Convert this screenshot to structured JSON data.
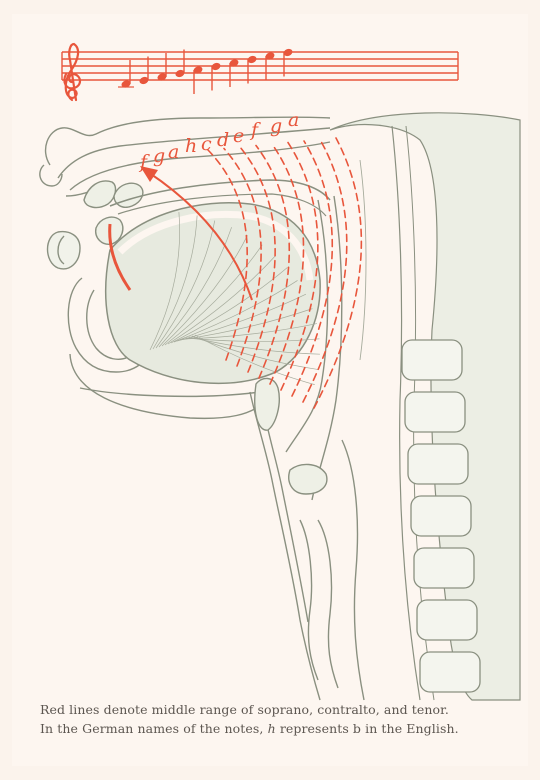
{
  "figure": {
    "note_labels": [
      "f",
      "g",
      "a",
      "h",
      "c",
      "d",
      "e",
      "f",
      "g",
      "a"
    ],
    "colors": {
      "paper": "#fdf6f0",
      "red": "#e8563c",
      "ink": "#8a9080",
      "tissue": "#e7eadf"
    }
  },
  "caption": {
    "line1": "Red lines denote middle range of soprano, contralto, and tenor.",
    "line2_before": "In the German names of the notes,",
    "line2_italic": "h",
    "line2_after": "represents b in the English."
  }
}
